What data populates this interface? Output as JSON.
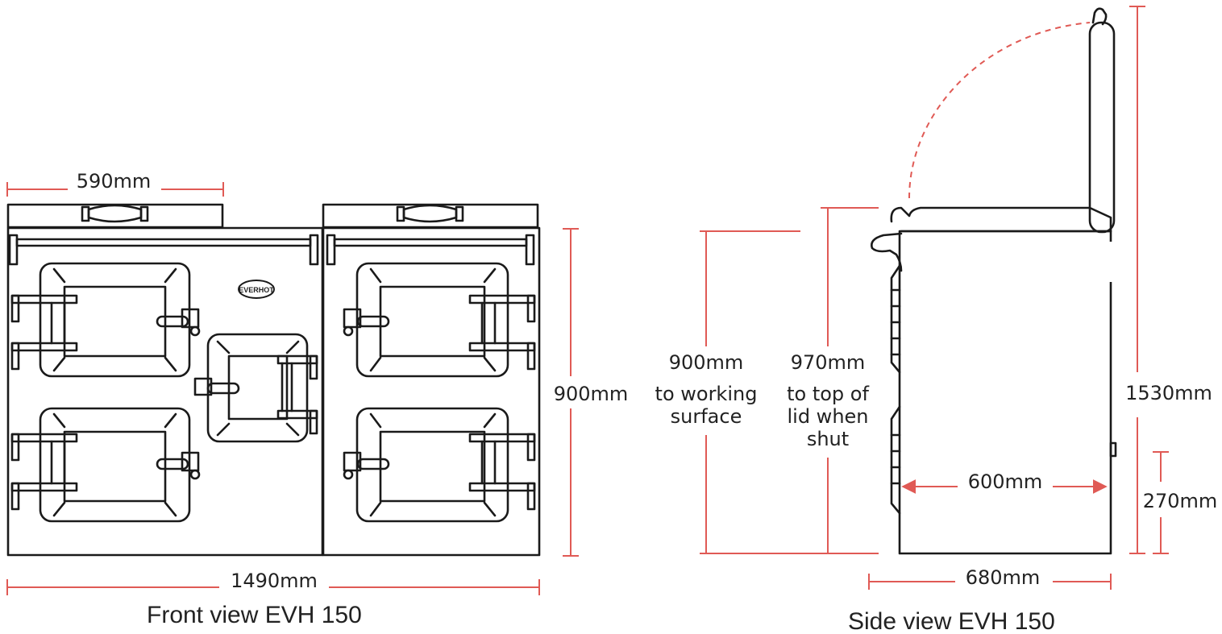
{
  "front": {
    "width_label": "590mm",
    "height_label": "900mm",
    "total_label": "1490mm",
    "caption": "Front view EVH 150",
    "logo_text": "EVERHOT"
  },
  "side": {
    "working_surface": [
      "900mm",
      "to working",
      "surface"
    ],
    "lid_top": [
      "970mm",
      "to top of",
      "lid when",
      "shut"
    ],
    "depth_inner": "600mm",
    "depth_total": "680mm",
    "open_height": "1530mm",
    "plinth_height": "270mm",
    "caption": "Side view EVH 150"
  },
  "colors": {
    "dimension": "#e05a55",
    "outline": "#1a1a1a"
  }
}
